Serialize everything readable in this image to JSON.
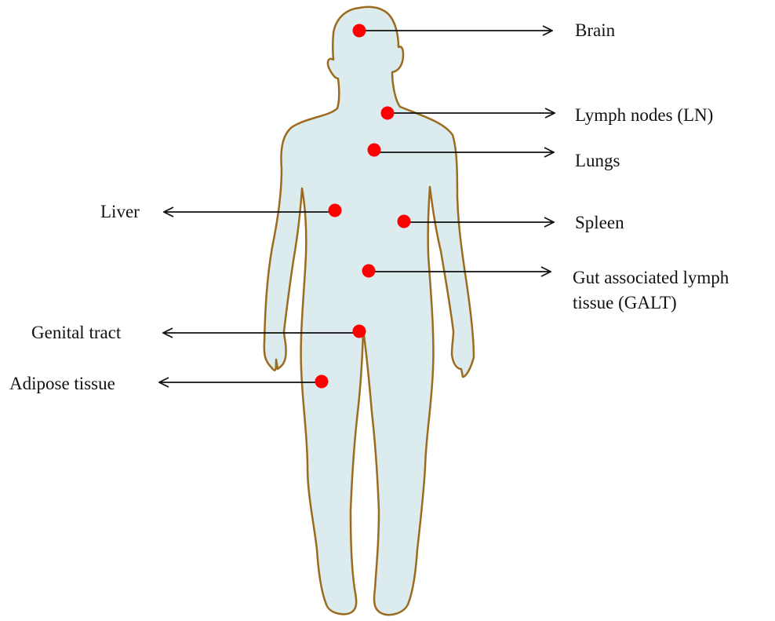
{
  "colors": {
    "body_fill": "#dbebee",
    "body_outline": "#9c6b1d",
    "marker": "#ff0000",
    "arrow": "#111111",
    "text": "#111111"
  },
  "labels": {
    "brain": "Brain",
    "lymph_nodes": "Lymph nodes (LN)",
    "lungs": "Lungs",
    "liver": "Liver",
    "spleen": "Spleen",
    "galt_line1": "Gut associated lymph",
    "galt_line2": "tissue (GALT)",
    "genital_tract": "Genital tract",
    "adipose_tissue": "Adipose tissue"
  }
}
